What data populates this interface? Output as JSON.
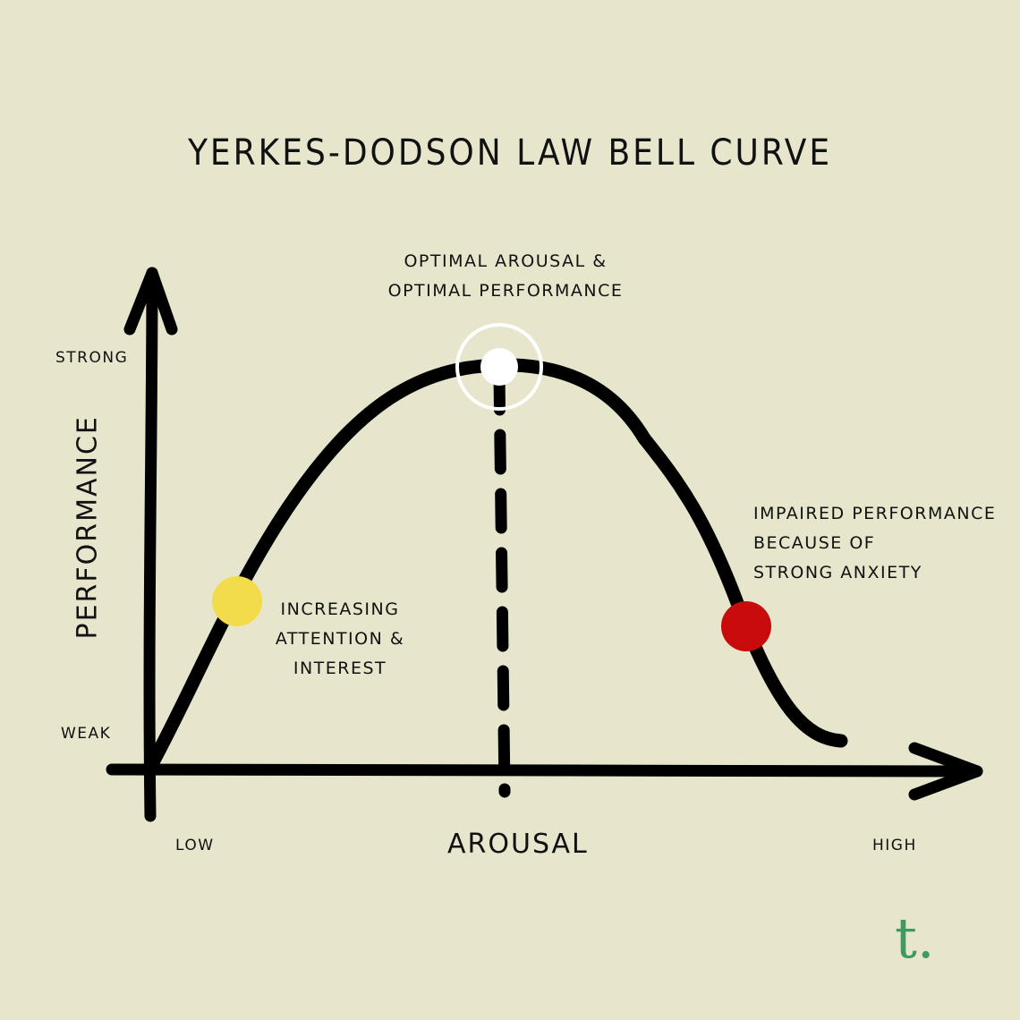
{
  "title": "Yerkes-Dodson Law Bell Curve",
  "y_axis": {
    "label": "Performance",
    "top_label": "Strong",
    "bottom_label": "Weak"
  },
  "x_axis": {
    "label": "Arousal",
    "left_label": "Low",
    "right_label": "High"
  },
  "annotations": {
    "peak": [
      "Optimal arousal &",
      "optimal performance"
    ],
    "rising": [
      "Increasing",
      "attention &",
      "interest"
    ],
    "falling": [
      "Impaired performance",
      "because of",
      "strong anxiety"
    ]
  },
  "markers": {
    "rising_color": "#f2dc4a",
    "peak_color": "#ffffff",
    "falling_color": "#c80c0c"
  },
  "logo": "t."
}
